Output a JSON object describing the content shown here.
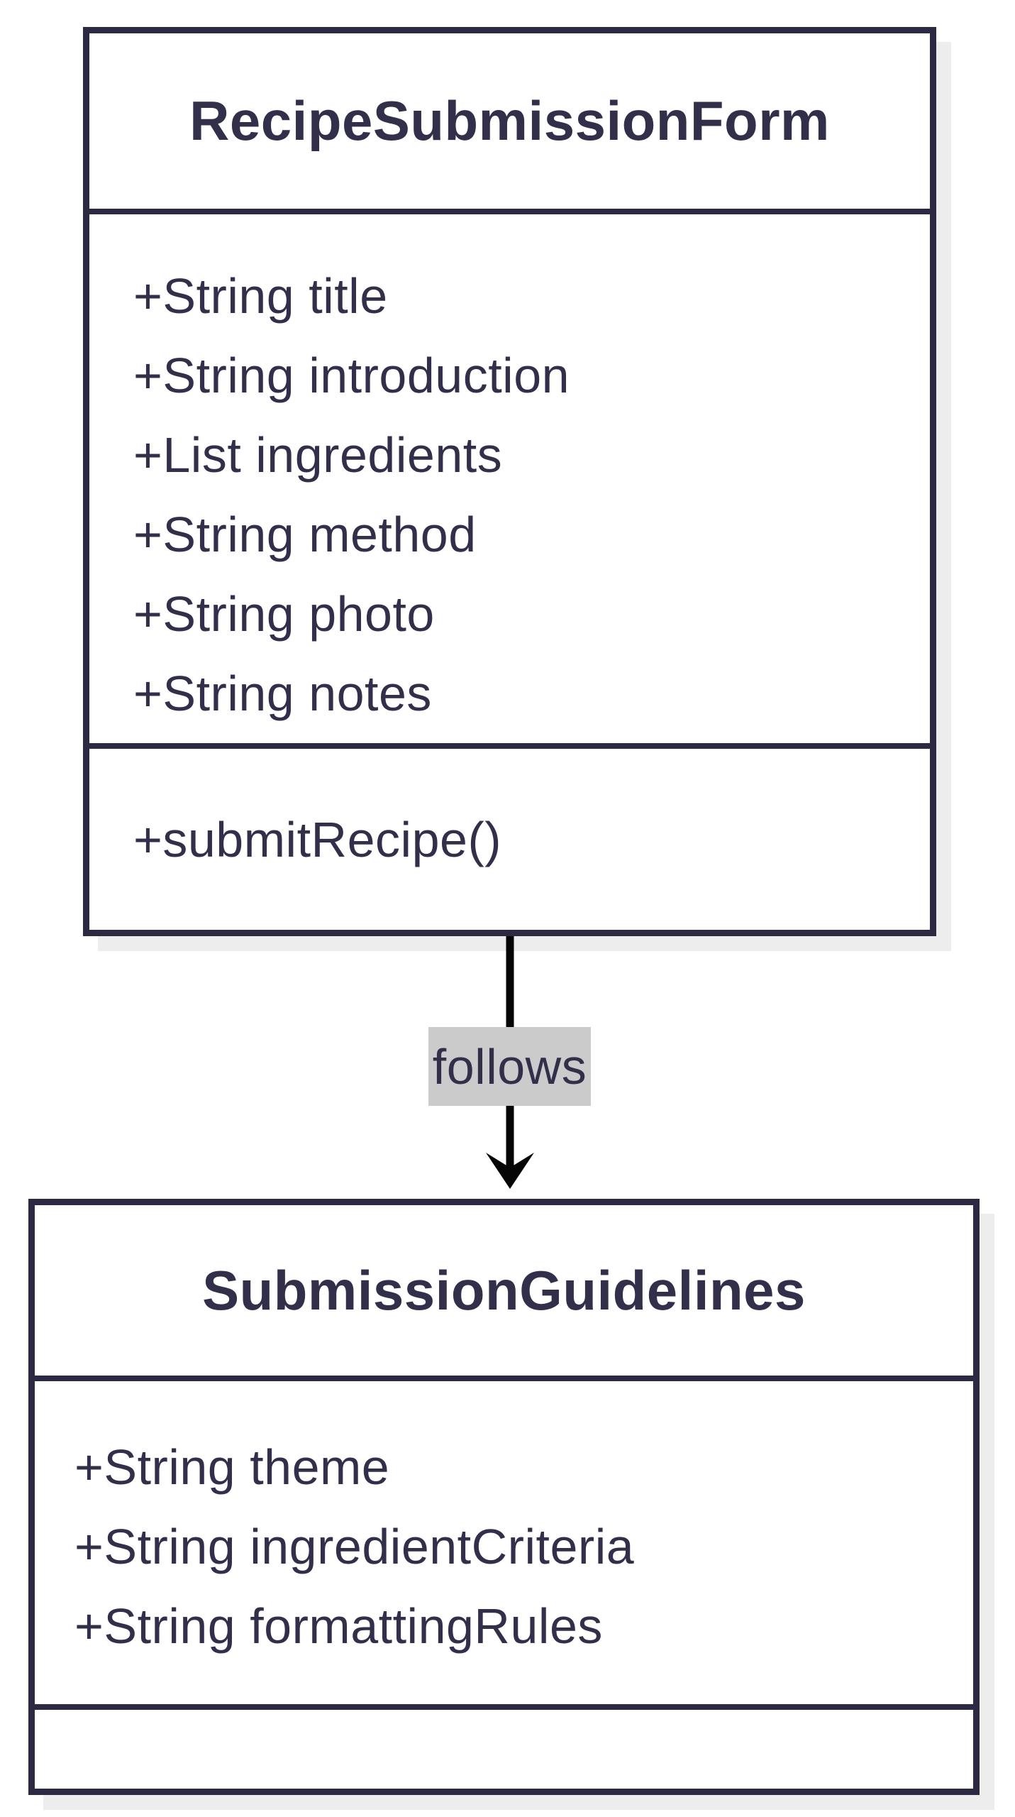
{
  "diagram": {
    "type": "uml-class-diagram",
    "classes": [
      {
        "name": "RecipeSubmissionForm",
        "attributes": [
          "+String title",
          "+String introduction",
          "+List ingredients",
          "+String method",
          "+String photo",
          "+String notes"
        ],
        "methods": [
          "+submitRecipe()"
        ]
      },
      {
        "name": "SubmissionGuidelines",
        "attributes": [
          "+String theme",
          "+String ingredientCriteria",
          "+String formattingRules"
        ],
        "methods": []
      }
    ],
    "relationship": {
      "label": "follows",
      "from": "RecipeSubmissionForm",
      "to": "SubmissionGuidelines",
      "style": "solid-arrow-down"
    }
  },
  "colors": {
    "ink": "#2b2a42",
    "text": "#312f49",
    "arrow": "#050505",
    "label_bg": "#cbcbcb",
    "shadow": "#ededed",
    "background": "#ffffff"
  }
}
